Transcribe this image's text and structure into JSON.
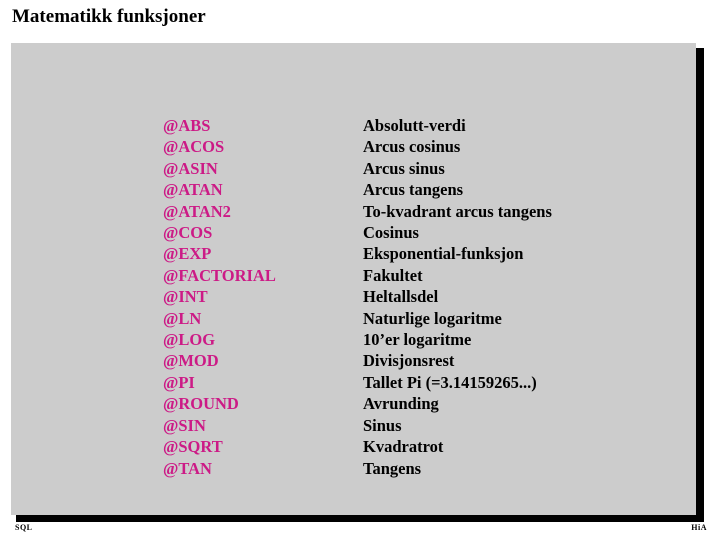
{
  "slide": {
    "title": "Matematikk funksjoner",
    "panel_color": "#cccccc",
    "accent_color": "#cc1a86",
    "text_color": "#000000"
  },
  "table": {
    "rows": [
      {
        "name": "@ABS",
        "desc": "Absolutt-verdi"
      },
      {
        "name": "@ACOS",
        "desc": "Arcus cosinus"
      },
      {
        "name": "@ASIN",
        "desc": "Arcus sinus"
      },
      {
        "name": "@ATAN",
        "desc": "Arcus tangens"
      },
      {
        "name": "@ATAN2",
        "desc": "To-kvadrant arcus tangens"
      },
      {
        "name": "@COS",
        "desc": "Cosinus"
      },
      {
        "name": "@EXP",
        "desc": "Eksponential-funksjon"
      },
      {
        "name": "@FACTORIAL",
        "desc": "Fakultet"
      },
      {
        "name": "@INT",
        "desc": "Heltallsdel"
      },
      {
        "name": "@LN",
        "desc": "Naturlige logaritme"
      },
      {
        "name": "@LOG",
        "desc": "10’er logaritme"
      },
      {
        "name": "@MOD",
        "desc": "Divisjonsrest"
      },
      {
        "name": "@PI",
        "desc": "Tallet Pi (=3.14159265...)"
      },
      {
        "name": "@ROUND",
        "desc": "Avrunding"
      },
      {
        "name": "@SIN",
        "desc": "Sinus"
      },
      {
        "name": "@SQRT",
        "desc": "Kvadratrot"
      },
      {
        "name": "@TAN",
        "desc": "Tangens"
      }
    ]
  },
  "footer": {
    "left": "SQL",
    "right": "HiA"
  }
}
